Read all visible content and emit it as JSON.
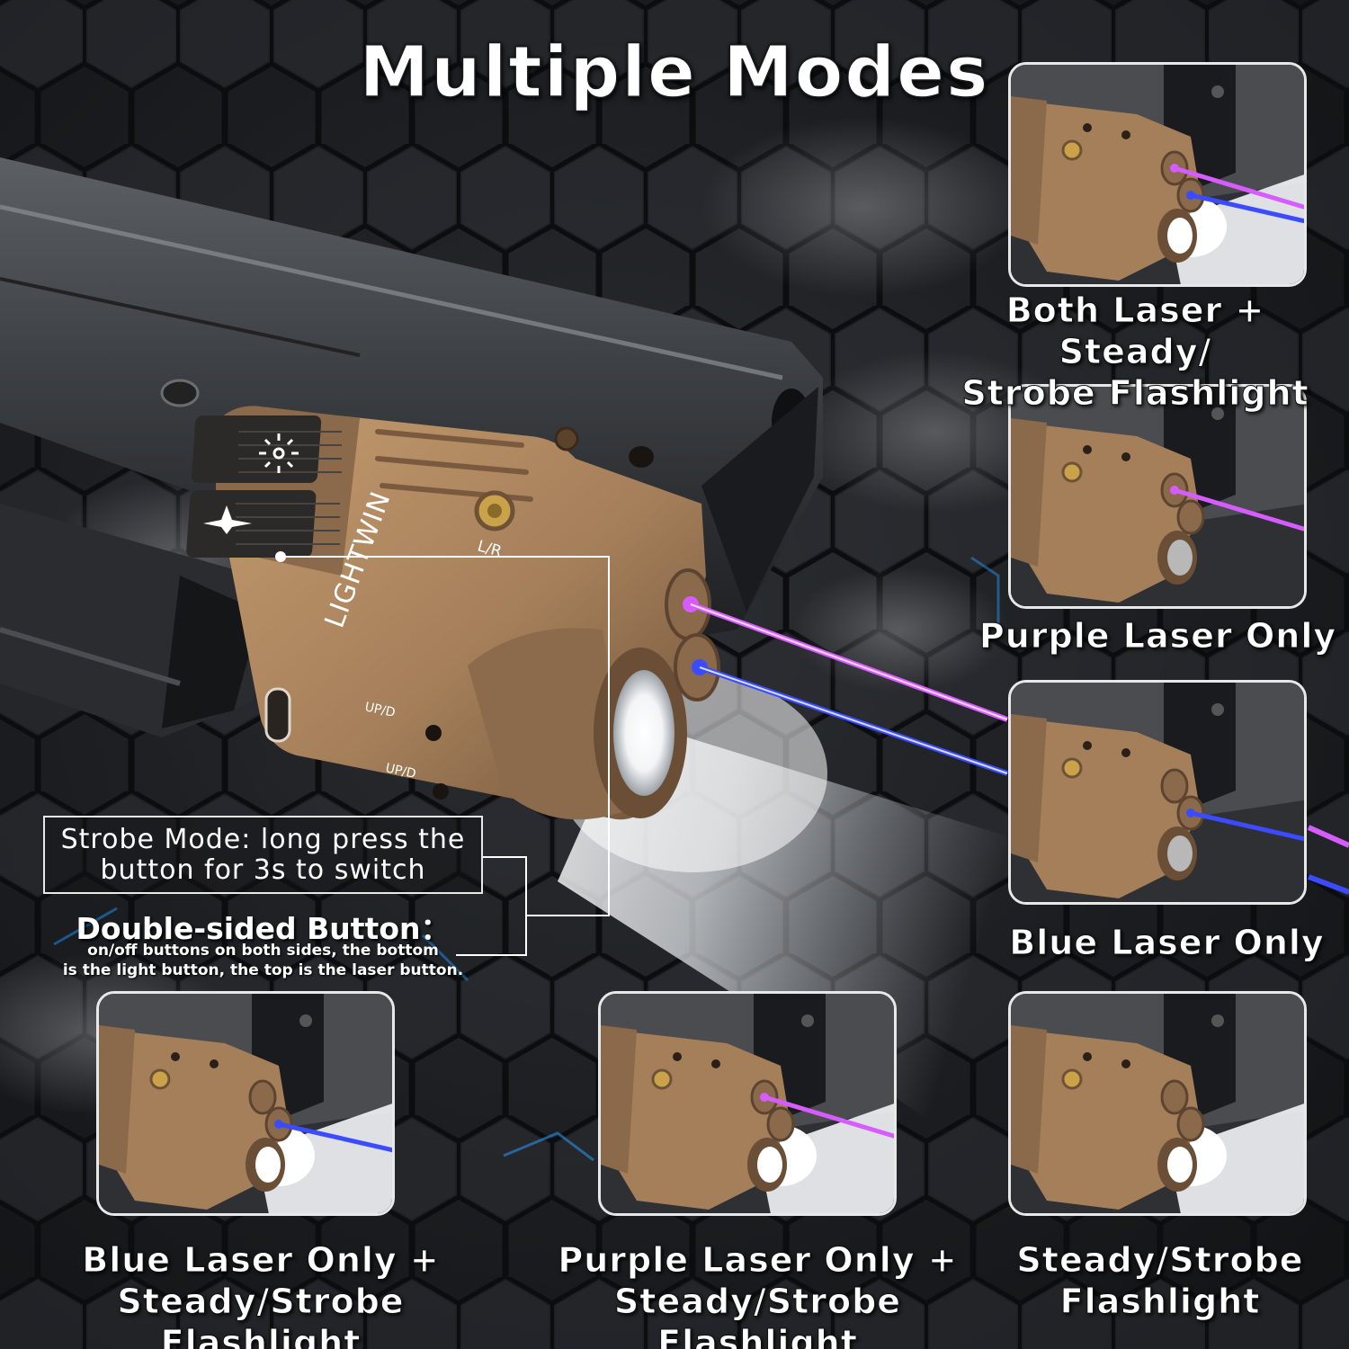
{
  "title": "Multiple Modes",
  "brand": "LIGHTWIN",
  "switch_label": "L/R",
  "port_label_1": "UP/D",
  "port_label_2": "UP/D",
  "callout": {
    "box_line1": "Strobe Mode: long press the",
    "box_line2": "button for 3s to switch",
    "heading": "Double-sided Button：",
    "sub_line1": "on/off buttons on both sides, the bottom",
    "sub_line2": "is the light button, the top is the laser button."
  },
  "modes": [
    {
      "line1": "Both Laser + Steady/",
      "line2": "Strobe Flashlight",
      "lasers": [
        "purple",
        "blue"
      ],
      "light": true
    },
    {
      "line1": "Purple Laser Only",
      "line2": "",
      "lasers": [
        "purple"
      ],
      "light": false
    },
    {
      "line1": "Blue Laser Only",
      "line2": "",
      "lasers": [
        "blue"
      ],
      "light": false
    },
    {
      "line1": "Blue Laser Only +",
      "line2": "Steady/Strobe Flashlight",
      "lasers": [
        "blue"
      ],
      "light": true
    },
    {
      "line1": "Purple Laser Only +",
      "line2": "Steady/Strobe Flashlight",
      "lasers": [
        "purple"
      ],
      "light": true
    },
    {
      "line1": "Steady/Strobe",
      "line2": "Flashlight",
      "lasers": [],
      "light": true
    }
  ],
  "colors": {
    "purple_laser": "#d65cff",
    "blue_laser": "#3b4bff",
    "tan_body": "#a57f5a",
    "frame": "#e8e8e8"
  }
}
